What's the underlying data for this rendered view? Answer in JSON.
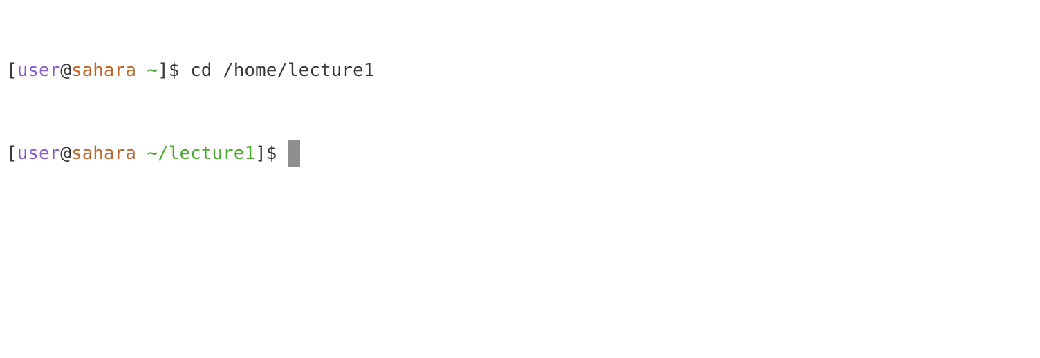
{
  "terminal": {
    "lines": [
      {
        "open_bracket": "[",
        "user": "user",
        "at": "@",
        "host": "sahara",
        "space": " ",
        "dir": "~",
        "close": "]$ ",
        "command": "cd /home/lecture1"
      },
      {
        "open_bracket": "[",
        "user": "user",
        "at": "@",
        "host": "sahara",
        "space": " ",
        "dir": "~/lecture1",
        "close": "]$",
        "command": ""
      }
    ],
    "colors": {
      "user": "#8a5cc8",
      "host": "#c0662a",
      "dir": "#4caa2e",
      "text": "#3a3a3a",
      "cursor": "#8e8e8e",
      "background": "#ffffff"
    }
  }
}
